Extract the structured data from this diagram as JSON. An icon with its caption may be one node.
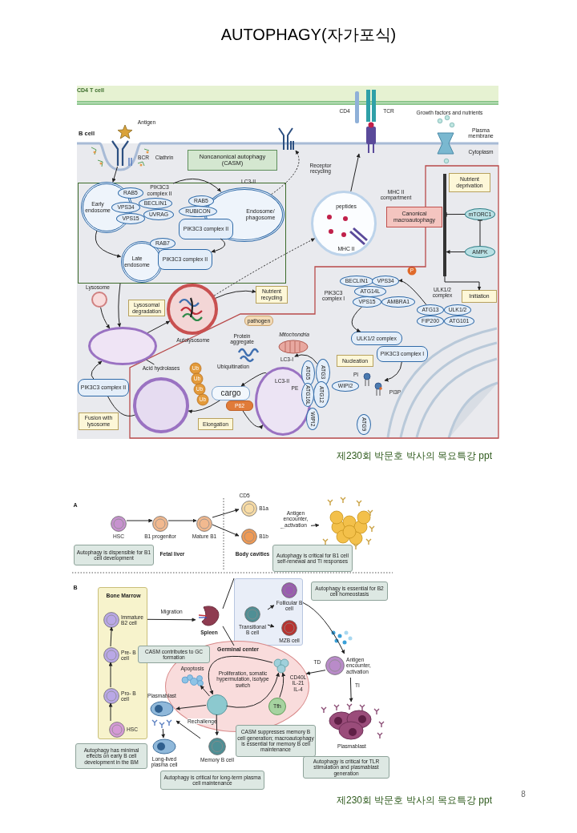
{
  "diagram": {
    "title": "AUTOPHAGY(자가포식)",
    "nodes": [
      {
        "text": [],
        "shape": "picture"
      },
      {
        "text": [],
        "shape": "picture"
      },
      {
        "text": [],
        "shape": "picture"
      },
      {
        "text": [
          "Noncanonical autophagy (CASM)"
        ]
      },
      {
        "text": [],
        "shape": "box"
      },
      {
        "text": [
          "Early endosome"
        ],
        "in": 4
      },
      {
        "text": [
          "RAB5"
        ],
        "in": 4
      },
      {
        "text": [
          "VPS34"
        ],
        "in": 4
      },
      {
        "text": [
          "BECLIN1"
        ],
        "in": 4
      },
      {
        "text": [
          "VPS15"
        ],
        "in": 4
      },
      {
        "text": [
          "UVRAG"
        ],
        "in": 4
      },
      {
        "text": [
          "PIK3C3 complex II"
        ],
        "in": 4
      },
      {
        "text": [
          "Endosome/ phagosome"
        ],
        "in": 4
      },
      {
        "text": [
          "RAB5"
        ],
        "in": 4
      },
      {
        "text": [
          "RUBICON"
        ],
        "in": 4
      },
      {
        "text": [
          "PIK3C3 complex II"
        ],
        "in": 4
      },
      {
        "text": [
          "Late endosome"
        ],
        "in": 4
      },
      {
        "text": [
          "RAB7"
        ],
        "in": 4
      },
      {
        "text": [
          "PIK3C3 complex II"
        ],
        "in": 4
      },
      {
        "text": [
          "peptides",
          "MHC II"
        ],
        "beside": [
          "MHC II compartment"
        ]
      },
      {
        "text": [],
        "shape": "box"
      },
      {
        "text": [
          "Canonical macroautophagy"
        ]
      },
      {
        "text": [
          "Nutrient deprivation"
        ],
        "in": 20
      },
      {
        "text": [
          "mTORC1"
        ],
        "in": 20
      },
      {
        "text": [
          "AMPK"
        ],
        "in": 20
      },
      {
        "text": [],
        "shape": "bar",
        "in": 20
      },
      {
        "text": [
          "Initiation"
        ],
        "in": 20
      },
      {
        "text": [
          "BECLIN1"
        ],
        "in": 20
      },
      {
        "text": [
          "VPS34"
        ],
        "in": 20
      },
      {
        "text": [
          "ATG14L"
        ],
        "in": 20
      },
      {
        "text": [
          "VPS15"
        ],
        "in": 20
      },
      {
        "text": [
          "AMBRA1"
        ],
        "in": 20
      },
      {
        "text": [
          "ATG13"
        ],
        "in": 20
      },
      {
        "text": [
          "ULK1/2"
        ],
        "in": 20
      },
      {
        "text": [
          "FIP200"
        ],
        "in": 20
      },
      {
        "text": [
          "ATG101"
        ],
        "in": 20
      },
      {
        "text": [
          "ULK1/2 complex"
        ],
        "in": 20
      },
      {
        "text": [
          "PIK3C3 complex I"
        ],
        "in": 20
      },
      {
        "text": [
          "Nucleation"
        ],
        "in": 20
      },
      {
        "text": [],
        "shape": "picture",
        "in": 20
      },
      {
        "text": [],
        "shape": "circle",
        "beside": [
          "Lysosome"
        ]
      },
      {
        "text": [
          "Lysosomal degradation"
        ]
      },
      {
        "text": [],
        "shape": "circle",
        "beside": [
          "Autolysosome"
        ]
      },
      {
        "text": [
          "Nutrient recycling"
        ]
      },
      {
        "text": [],
        "shape": "circle"
      },
      {
        "text": [
          "Acid hydrolases"
        ],
        "in": 20
      },
      {
        "text": [
          "PIK3C3 complex II"
        ]
      },
      {
        "text": [
          "Fusion with lysosome"
        ]
      },
      {
        "text": [],
        "shape": "circle",
        "in": 20
      },
      {
        "text": [
          "Elongation"
        ],
        "in": 20
      },
      {
        "text": [
          "cargo"
        ],
        "in": 20
      },
      {
        "text": [
          "P62"
        ],
        "in": 20
      },
      {
        "text": [],
        "shape": "circle",
        "in": 20
      },
      {
        "text": [
          "pathogen"
        ],
        "in": 20
      },
      {
        "text": [
          "LC3-I"
        ],
        "in": 20
      },
      {
        "text": [
          "ATG3"
        ],
        "in": 20
      },
      {
        "text": [
          "ATG5"
        ],
        "in": 20
      },
      {
        "text": [
          "ATG12"
        ],
        "in": 20
      },
      {
        "text": [
          "ATG16L"
        ],
        "in": 20
      },
      {
        "text": [
          "WIPI2"
        ],
        "in": 20
      },
      {
        "text": [
          "WIPI2"
        ],
        "in": 20
      },
      {
        "text": [
          "ATG9"
        ],
        "in": 20
      },
      {
        "text": [
          "HSC"
        ]
      },
      {
        "text": [
          "B1 progenitor"
        ]
      },
      {
        "text": [
          "Mature B1"
        ]
      },
      {
        "text": [
          "B1a"
        ]
      },
      {
        "text": [
          "B1b"
        ]
      },
      {
        "text": [],
        "shape": "picture"
      },
      {
        "text": [
          "Autophagy is dispensible for B1 cell development"
        ]
      },
      {
        "text": [
          "Autophagy is critical for B1 cell self-renewal and TI responses"
        ]
      },
      {
        "text": [
          "Bone Marrow"
        ]
      },
      {
        "text": [
          "Immature B2 cell"
        ],
        "in": 70
      },
      {
        "text": [
          "Pre- B cell"
        ],
        "in": 70
      },
      {
        "text": [
          "Pro- B cell"
        ],
        "in": 70
      },
      {
        "text": [
          "HSC"
        ],
        "in": 70
      },
      {
        "text": [
          "Spleen"
        ]
      },
      {
        "text": [],
        "shape": "box"
      },
      {
        "text": [
          "Transitional B cell"
        ],
        "in": 76
      },
      {
        "text": [
          "Follicular B cell"
        ],
        "in": 76
      },
      {
        "text": [
          "MZB cell"
        ],
        "in": 76
      },
      {
        "text": [
          "Autophagy is essential for B2 cell homeostasis"
        ]
      },
      {
        "text": [
          "Antigen encounter, activation"
        ]
      },
      {
        "text": [
          "Plasmablast"
        ]
      },
      {
        "text": [
          "Autophagy is critical for TLR stimulation and plasmablast generation"
        ]
      },
      {
        "text": [
          "Germinal center",
          "Proliferation, somatic hypermutation, isotype switch"
        ]
      },
      {
        "text": [
          "CASM contributes to GC formation"
        ]
      },
      {
        "text": [
          "Apoptosis"
        ],
        "in": 84
      },
      {
        "text": [],
        "shape": "circle",
        "in": 84
      },
      {
        "text": [],
        "shape": "picture",
        "in": 84
      },
      {
        "text": [
          "Tfh"
        ],
        "in": 84
      },
      {
        "text": [
          "Plasmablast"
        ]
      },
      {
        "text": [
          "Long-lived plasma cell"
        ]
      },
      {
        "text": [
          "Memory B cell"
        ]
      },
      {
        "text": [
          "CASM suppresses memory B cell generation; macroautophagy is essential for memory B cell maintenance"
        ]
      },
      {
        "text": [
          "Autophagy has minimal effects on early B cell development in the BM"
        ]
      },
      {
        "text": [
          "Autophagy is critical for long-term plasma cell maintenance"
        ]
      }
    ],
    "edges": [
      {
        "from": 0,
        "to": 5,
        "arrow": "to"
      },
      {
        "from": 11,
        "to": 12,
        "arrow": "to"
      },
      {
        "from": 12,
        "to": 1,
        "arrow": "to",
        "label": "Receptor recycling",
        "style": "dashed"
      },
      {
        "from": 5,
        "to": 16,
        "arrow": "to"
      },
      {
        "from": 15,
        "to": 18,
        "arrow": "to"
      },
      {
        "from": 19,
        "to": 2,
        "arrow": "to"
      },
      {
        "from": 42,
        "to": 19,
        "arrow": "to",
        "style": "dashed"
      },
      {
        "from": 23,
        "to": 25,
        "arrow": "other"
      },
      {
        "from": 24,
        "to": 23,
        "arrow": "other"
      },
      {
        "from": 24,
        "to": 25,
        "arrow": "to"
      },
      {
        "from": 25,
        "to": 26,
        "arrow": "to"
      },
      {
        "from": 32,
        "to": 28,
        "arrow": "to"
      },
      {
        "from": 30,
        "to": 36,
        "arrow": "to"
      },
      {
        "from": 37,
        "to": 39,
        "arrow": "to"
      },
      {
        "from": 40,
        "to": 44,
        "arrow": "to"
      },
      {
        "from": 4,
        "to": 44,
        "arrow": "to"
      },
      {
        "from": 44,
        "to": 42,
        "arrow": "to"
      },
      {
        "from": 42,
        "to": 43,
        "arrow": "to"
      },
      {
        "from": 48,
        "to": 46,
        "arrow": "none"
      },
      {
        "from": 46,
        "to": 44,
        "arrow": "to"
      },
      {
        "from": 50,
        "to": 48,
        "arrow": "to"
      },
      {
        "from": 51,
        "to": 52,
        "arrow": "to"
      },
      {
        "from": 52,
        "to": 50,
        "arrow": "to"
      },
      {
        "from": 55,
        "to": 54,
        "arrow": "to"
      },
      {
        "from": 45,
        "to": 44,
        "arrow": "none"
      },
      {
        "from": 62,
        "to": 63,
        "arrow": "to"
      },
      {
        "from": 63,
        "to": 64,
        "arrow": "to"
      },
      {
        "from": 64,
        "to": 65,
        "arrow": "to"
      },
      {
        "from": 64,
        "to": 66,
        "arrow": "to"
      },
      {
        "from": null,
        "to": 67,
        "arrow": "to",
        "label": "Antigen encounter, activation"
      },
      {
        "from": 74,
        "to": 73,
        "arrow": "to"
      },
      {
        "from": 73,
        "to": 72,
        "arrow": "to"
      },
      {
        "from": 72,
        "to": 71,
        "arrow": "to"
      },
      {
        "from": 71,
        "to": 75,
        "arrow": "to",
        "label": "Migration"
      },
      {
        "from": 77,
        "to": 78,
        "arrow": "to"
      },
      {
        "from": 77,
        "to": 79,
        "arrow": "to"
      },
      {
        "from": 78,
        "to": 81,
        "arrow": "to"
      },
      {
        "from": 81,
        "to": 84,
        "arrow": "to",
        "label": "TD"
      },
      {
        "from": 81,
        "to": 82,
        "arrow": "to",
        "label": "TI"
      },
      {
        "from": 87,
        "to": 86,
        "arrow": "to"
      },
      {
        "from": 87,
        "to": 88,
        "arrow": "to"
      },
      {
        "from": 88,
        "to": 87,
        "arrow": "to"
      },
      {
        "from": 89,
        "to": 88,
        "arrow": "to"
      },
      {
        "from": 87,
        "to": 90,
        "arrow": "to"
      },
      {
        "from": 87,
        "to": 92,
        "arrow": "to"
      },
      {
        "from": 92,
        "to": 90,
        "arrow": "to",
        "label": "Rechallenge"
      },
      {
        "from": 90,
        "to": 91,
        "arrow": "to"
      },
      {
        "from": 75,
        "to": 76,
        "arrow": "none"
      },
      {
        "from": 75,
        "to": 76,
        "arrow": "none"
      }
    ],
    "labels": [
      "CD4 T cell",
      "B cell",
      "Antigen",
      "BCR",
      "Clathrin",
      "CD4",
      "TCR",
      "Growth factors and nutrients",
      "Plasma membrane",
      "Cytoplasm",
      "LC3-II",
      "PIK3C3 complex I",
      "P",
      "ULK1/2 complex",
      "Mitochondria",
      "Protein aggregate",
      "Ubiquitination",
      "LC3-II",
      "PE",
      "Ub",
      "Ub",
      "Ub",
      "Ub",
      "PI",
      "PI3P",
      "제230회 박문호 박사의 목요특강 ppt",
      "A",
      "CD5",
      "Fetal liver",
      "Body cavities",
      "B",
      "CD40L IL-21 IL-4",
      "제230회 박문호 박사의 목요특강 ppt",
      "8"
    ]
  }
}
